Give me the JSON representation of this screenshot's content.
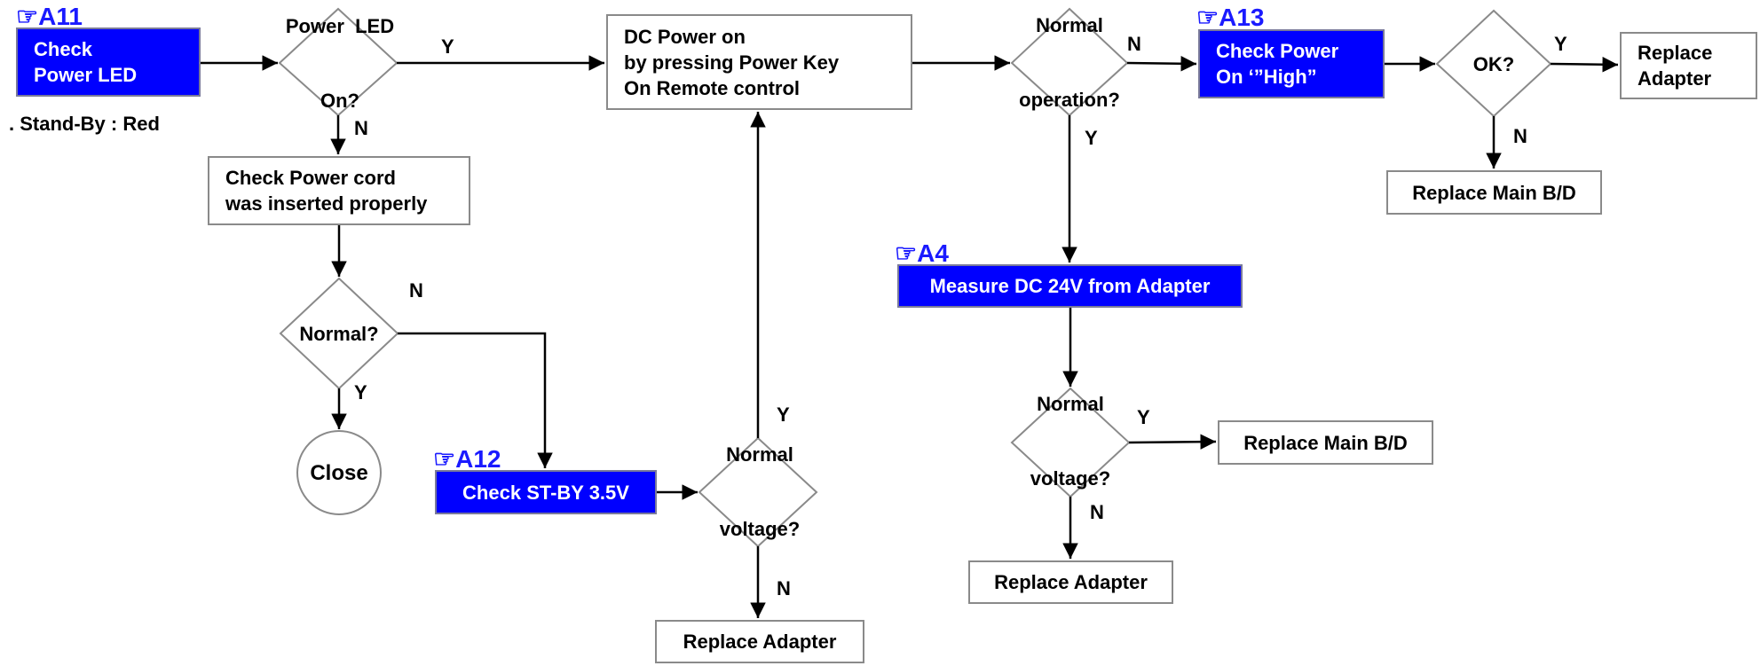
{
  "colors": {
    "accent": "#0000ff",
    "reference": "#1a1aff"
  },
  "refs": {
    "a11": "☞A11",
    "a12": "☞A12",
    "a13": "☞A13",
    "a4": "☞A4"
  },
  "note_standby": ". Stand-By : Red",
  "boxes": {
    "check_power_led": [
      "Check",
      "Power LED"
    ],
    "dc_power_on": [
      "DC Power on",
      "by pressing Power Key",
      "On Remote control"
    ],
    "check_power_on_high": [
      "Check Power",
      "On ‘”High”"
    ],
    "replace_adapter_top": [
      "Replace",
      "Adapter"
    ],
    "replace_main_top": "Replace Main B/D",
    "check_power_cord": [
      "Check Power cord",
      "was inserted properly"
    ],
    "measure_dc24v": "Measure DC 24V from Adapter",
    "check_stby": "Check ST-BY 3.5V",
    "replace_main_mid": "Replace Main B/D",
    "replace_adapter_mid": "Replace Adapter",
    "replace_adapter_bottom": "Replace Adapter"
  },
  "decisions": {
    "power_led_on": [
      "Power  LED",
      "On?"
    ],
    "normal_operation": [
      "Normal",
      "operation?"
    ],
    "ok": "OK?",
    "normal": "Normal?",
    "normal_voltage_mid": [
      "Normal",
      "voltage?"
    ],
    "normal_voltage_right": [
      "Normal",
      "voltage?"
    ]
  },
  "close": "Close",
  "labels": {
    "y": "Y",
    "n": "N"
  }
}
